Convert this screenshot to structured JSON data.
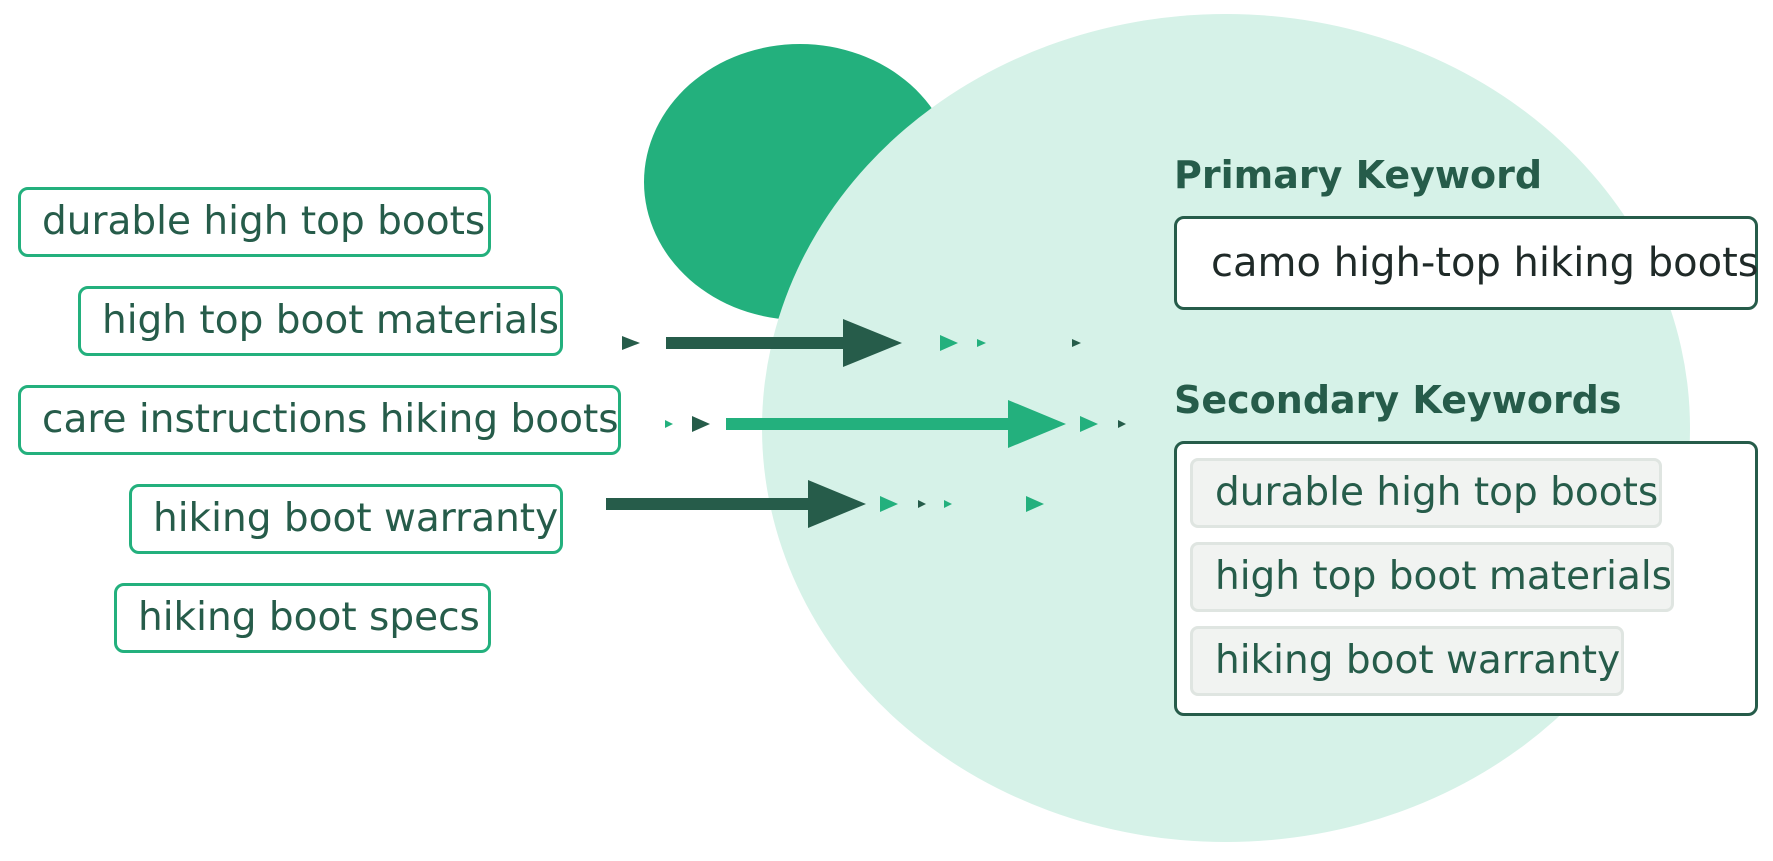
{
  "colors": {
    "dark_green": "#265c4a",
    "accent_green": "#23b07d",
    "light_mint": "#d6f2e8",
    "chip_bg": "#f1f3f1",
    "chip_border": "#dfe5e1"
  },
  "candidates": [
    {
      "label": "durable high top boots"
    },
    {
      "label": "high top boot materials"
    },
    {
      "label": "care instructions hiking boots"
    },
    {
      "label": "hiking boot warranty"
    },
    {
      "label": "hiking boot specs"
    }
  ],
  "primary": {
    "title": "Primary Keyword",
    "value": "camo high-top hiking boots"
  },
  "secondary": {
    "title": "Secondary Keywords",
    "items": [
      {
        "label": "durable high top boots"
      },
      {
        "label": "high top boot materials"
      },
      {
        "label": "hiking boot warranty"
      }
    ]
  }
}
